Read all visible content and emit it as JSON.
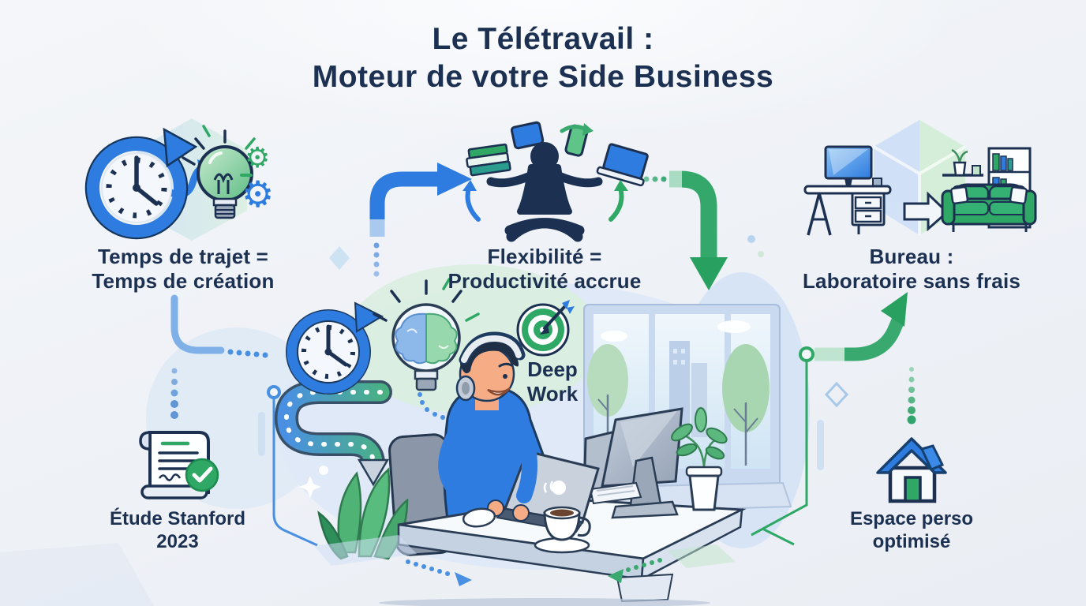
{
  "title": {
    "line1": "Le Télétravail :",
    "line2": "Moteur de votre Side Business"
  },
  "features": {
    "commute": {
      "label_line1": "Temps de trajet =",
      "label_line2": "Temps de création"
    },
    "flexibility": {
      "label_line1": "Flexibilité =",
      "label_line2": "Productivité accrue"
    },
    "office": {
      "label_line1": "Bureau :",
      "label_line2": "Laboratoire sans frais"
    }
  },
  "callouts": {
    "deep_work": {
      "line1": "Deep",
      "line2": "Work"
    },
    "study": {
      "line1": "Étude Stanford",
      "line2": "2023"
    },
    "home": {
      "line1": "Espace perso",
      "line2": "optimisé"
    }
  },
  "colors": {
    "accent_blue": "#2e7ce0",
    "accent_green": "#2fa866",
    "navy_text": "#1c3152",
    "background": "#f1f3f7"
  },
  "icons": {
    "clock-rewind-icon": "clock with circular blue arrow",
    "travel-arrow-icon": "curved blue arrow from clock to bulb",
    "lightbulb-gears-icon": "green idea bulb with gears",
    "juggler-devices-icon": "person juggling books, tablet, phone and laptop",
    "desk-computer-icon": "desk with monitor",
    "transition-arrow-icon": "block arrow desk to sofa",
    "sofa-bookshelf-icon": "green sofa with bookshelf and plant shelf",
    "target-icon": "green dartboard with dart",
    "scroll-check-icon": "study scroll with green check badge",
    "house-icon": "house with blue roof and green door",
    "brain-bulb-icon": "bulb with two-tone brain",
    "winding-road-icon": "S-shaped commute road with arrow"
  }
}
